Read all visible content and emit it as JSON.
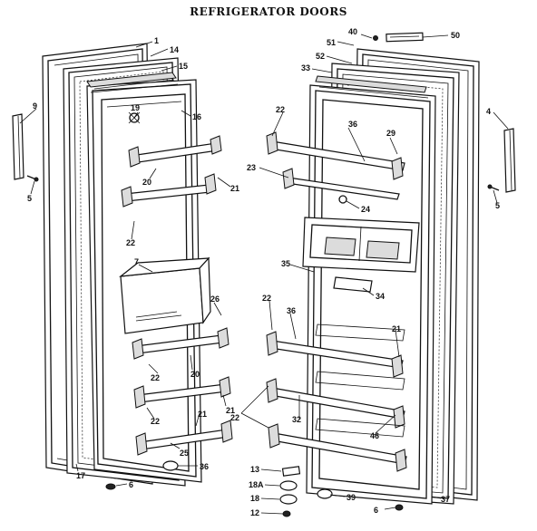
{
  "title": "REFRIGERATOR DOORS",
  "callouts": {
    "c1": "1",
    "c4": "4",
    "c5": "5",
    "c5r": "5",
    "c6": "6",
    "c6r": "6",
    "c7": "7",
    "c9": "9",
    "c12": "12",
    "c13": "13",
    "c14": "14",
    "c15": "15",
    "c16": "16",
    "c17": "17",
    "c18": "18",
    "c18a": "18A",
    "c19": "19",
    "c20": "20",
    "c20b": "20",
    "c21": "21",
    "c21b": "21",
    "c21c": "21",
    "c21r": "21",
    "c22a": "22",
    "c22b": "22",
    "c22c": "22",
    "c22d": "22",
    "c22e": "22",
    "c22f": "22",
    "c23": "23",
    "c24": "24",
    "c25": "25",
    "c26": "26",
    "c29": "29",
    "c32": "32",
    "c33": "33",
    "c34": "34",
    "c35": "35",
    "c36": "36",
    "c36b": "36",
    "c36c": "36",
    "c37": "37",
    "c39": "39",
    "c40": "40",
    "c46": "46",
    "c50": "50",
    "c51": "51",
    "c52": "52"
  }
}
